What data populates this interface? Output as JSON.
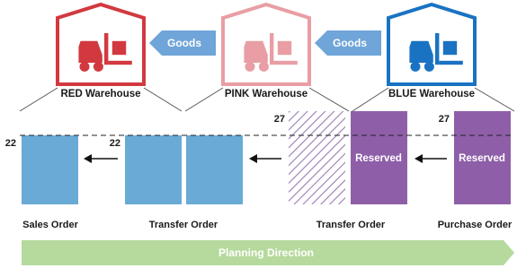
{
  "colors": {
    "red": "#d2393f",
    "pink": "#e89ea4",
    "blue": "#1a73c2",
    "goods_arrow": "#6fa5d8",
    "bar_blue": "#6aaad6",
    "bar_purple": "#8e5fa8",
    "planning_green": "#b6d99d"
  },
  "warehouses": [
    {
      "name": "RED Warehouse",
      "icon": "forklift-icon"
    },
    {
      "name": "PINK Warehouse",
      "icon": "forklift-icon"
    },
    {
      "name": "BLUE Warehouse",
      "icon": "forklift-icon"
    }
  ],
  "goods_labels": [
    "Goods",
    "Goods"
  ],
  "quantities": {
    "sales": "22",
    "transfer_left": "22",
    "transfer_right": "27",
    "purchase": "27"
  },
  "reserved_labels": [
    "Reserved",
    "Reserved"
  ],
  "orders": [
    "Sales Order",
    "Transfer Order",
    "Transfer Order",
    "Purchase Order"
  ],
  "planning_direction": "Planning Direction"
}
